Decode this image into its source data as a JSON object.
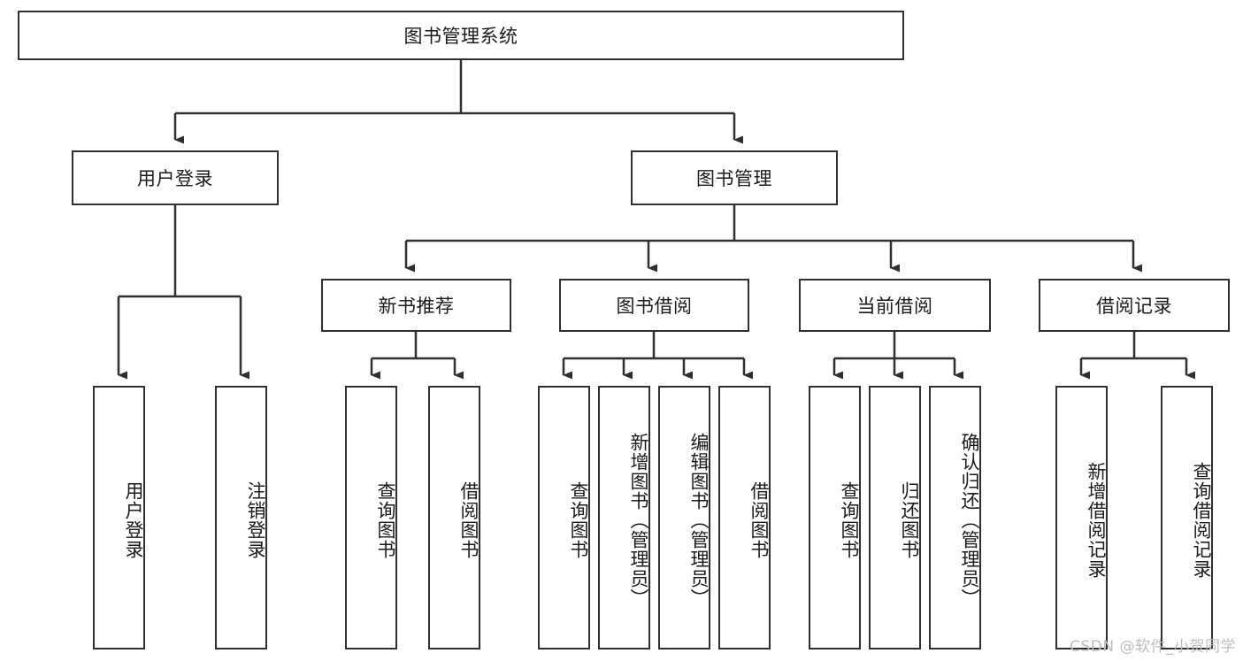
{
  "diagram": {
    "title": "图书管理系统",
    "type": "tree",
    "root": {
      "label": "图书管理系统",
      "children": [
        {
          "label": "用户登录",
          "children": [
            {
              "label": "用户登录"
            },
            {
              "label": "注销登录"
            }
          ]
        },
        {
          "label": "图书管理",
          "children": [
            {
              "label": "新书推荐",
              "children": [
                {
                  "label": "查询图书"
                },
                {
                  "label": "借阅图书"
                }
              ]
            },
            {
              "label": "图书借阅",
              "children": [
                {
                  "label": "查询图书"
                },
                {
                  "label": "新增图书（管理员）"
                },
                {
                  "label": "编辑图书（管理员）"
                },
                {
                  "label": "借阅图书"
                }
              ]
            },
            {
              "label": "当前借阅",
              "children": [
                {
                  "label": "查询图书"
                },
                {
                  "label": "归还图书"
                },
                {
                  "label": "确认归还（管理员）"
                }
              ]
            },
            {
              "label": "借阅记录",
              "children": [
                {
                  "label": "新增借阅记录"
                },
                {
                  "label": "查询借阅记录"
                }
              ]
            }
          ]
        }
      ]
    }
  },
  "nodes": {
    "root": "图书管理系统",
    "user_login": "用户登录",
    "book_manage": "图书管理",
    "new_book_rec": "新书推荐",
    "book_borrow": "图书借阅",
    "current_borrow": "当前借阅",
    "borrow_record": "借阅记录",
    "leaf_user_login": "用户登录",
    "leaf_logout": "注销登录",
    "leaf_query_book_1": "查询图书",
    "leaf_borrow_book_1": "借阅图书",
    "leaf_query_book_2": "查询图书",
    "leaf_add_book_admin": "新增图书（管理员）",
    "leaf_edit_book_admin": "编辑图书（管理员）",
    "leaf_borrow_book_2": "借阅图书",
    "leaf_query_book_3": "查询图书",
    "leaf_return_book": "归还图书",
    "leaf_confirm_return_admin": "确认归还（管理员）",
    "leaf_add_record": "新增借阅记录",
    "leaf_query_record": "查询借阅记录"
  },
  "watermark": {
    "text": "CSDN @软件_小贺同学"
  },
  "colors": {
    "border": "#2f2f2f",
    "background": "#ffffff",
    "text": "#1a1a1a",
    "watermark": "#bdbdbd"
  }
}
